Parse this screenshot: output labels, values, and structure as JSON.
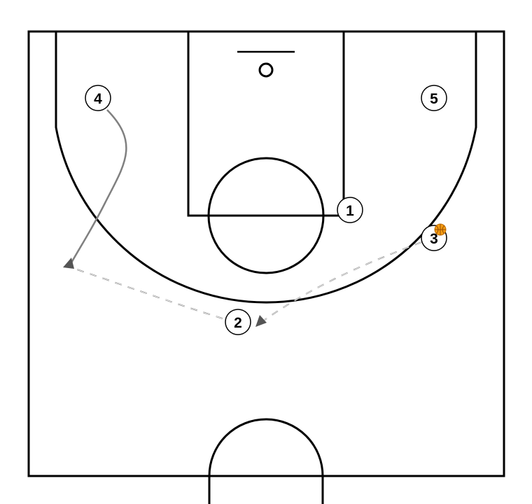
{
  "diagram": {
    "players": [
      {
        "id": "p1",
        "label": "1"
      },
      {
        "id": "p2",
        "label": "2"
      },
      {
        "id": "p3",
        "label": "3"
      },
      {
        "id": "p4",
        "label": "4"
      },
      {
        "id": "p5",
        "label": "5"
      }
    ],
    "ball_holder": "3",
    "actions": [
      {
        "type": "cut",
        "from": "4",
        "to": "left-wing"
      },
      {
        "type": "pass",
        "from": "3",
        "to": "2"
      },
      {
        "type": "pass",
        "from": "2",
        "to": "left-wing"
      }
    ],
    "colors": {
      "court_lines": "#000000",
      "pass_line": "#888888",
      "cut_line": "#808080",
      "ball": "#f39c12"
    }
  }
}
